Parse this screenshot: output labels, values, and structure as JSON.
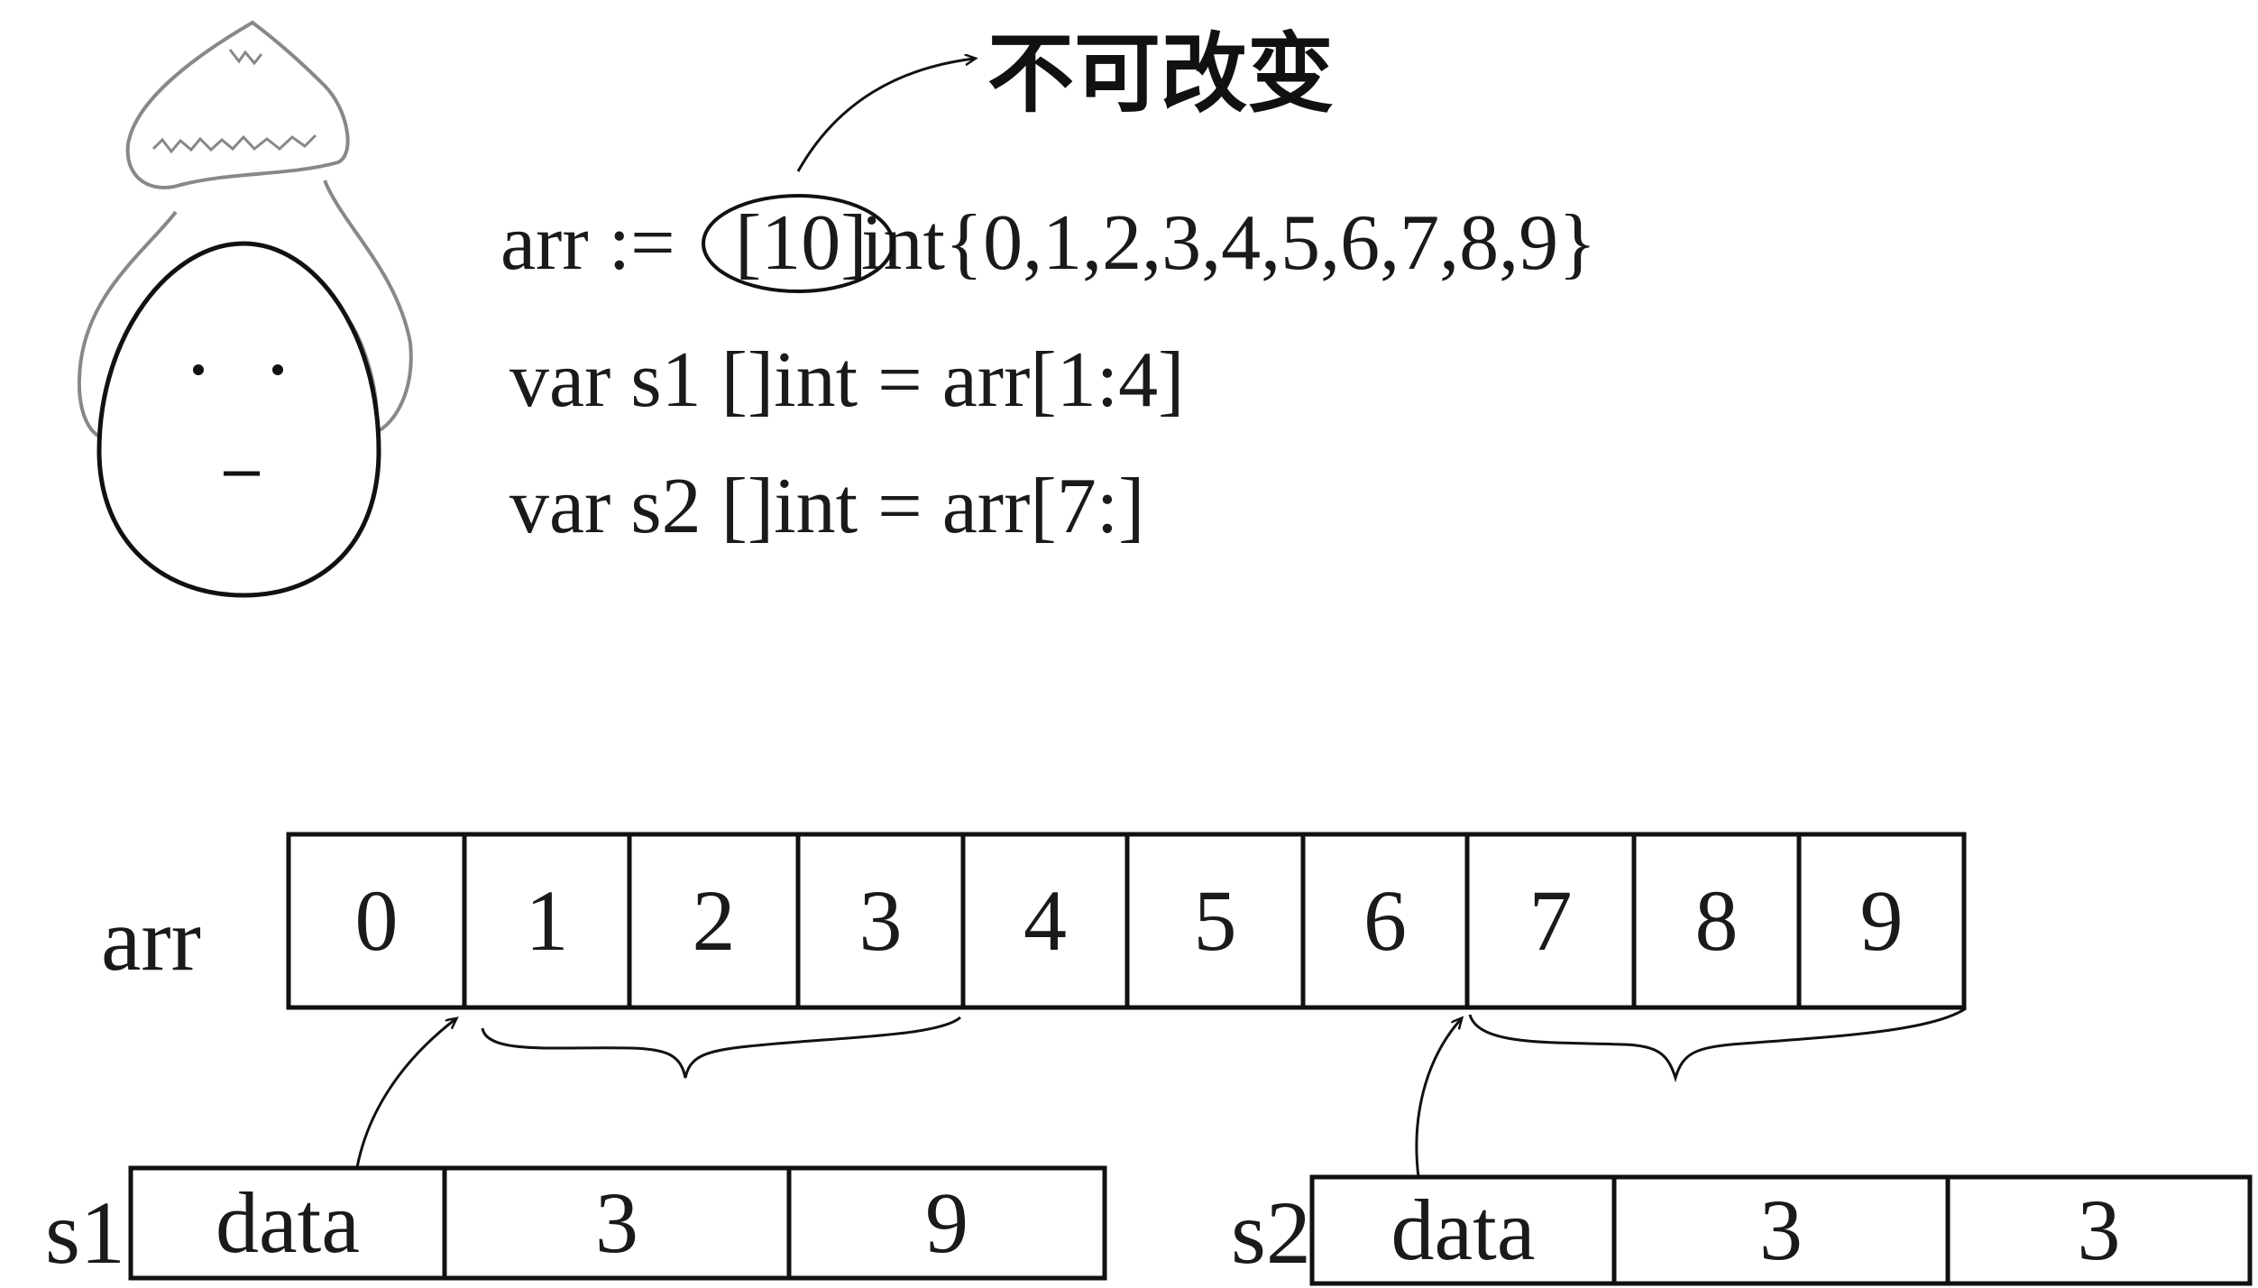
{
  "annotation": {
    "note": "不可改变"
  },
  "code": {
    "line1": {
      "prefix": "arr :=",
      "size": "[10]",
      "suffix": "int{0,1,2,3,4,5,6,7,8,9}"
    },
    "line2": "var s1 []int = arr[1:4]",
    "line3": "var s2 []int = arr[7:]"
  },
  "array": {
    "label": "arr",
    "values": [
      "0",
      "1",
      "2",
      "3",
      "4",
      "5",
      "6",
      "7",
      "8",
      "9"
    ]
  },
  "slices": [
    {
      "label": "s1",
      "fields": [
        "data",
        "3",
        "9"
      ]
    },
    {
      "label": "s2",
      "fields": [
        "data",
        "3",
        "3"
      ]
    }
  ],
  "colors": {
    "ink": "#1a1a1a",
    "character_outline": "#888888"
  }
}
